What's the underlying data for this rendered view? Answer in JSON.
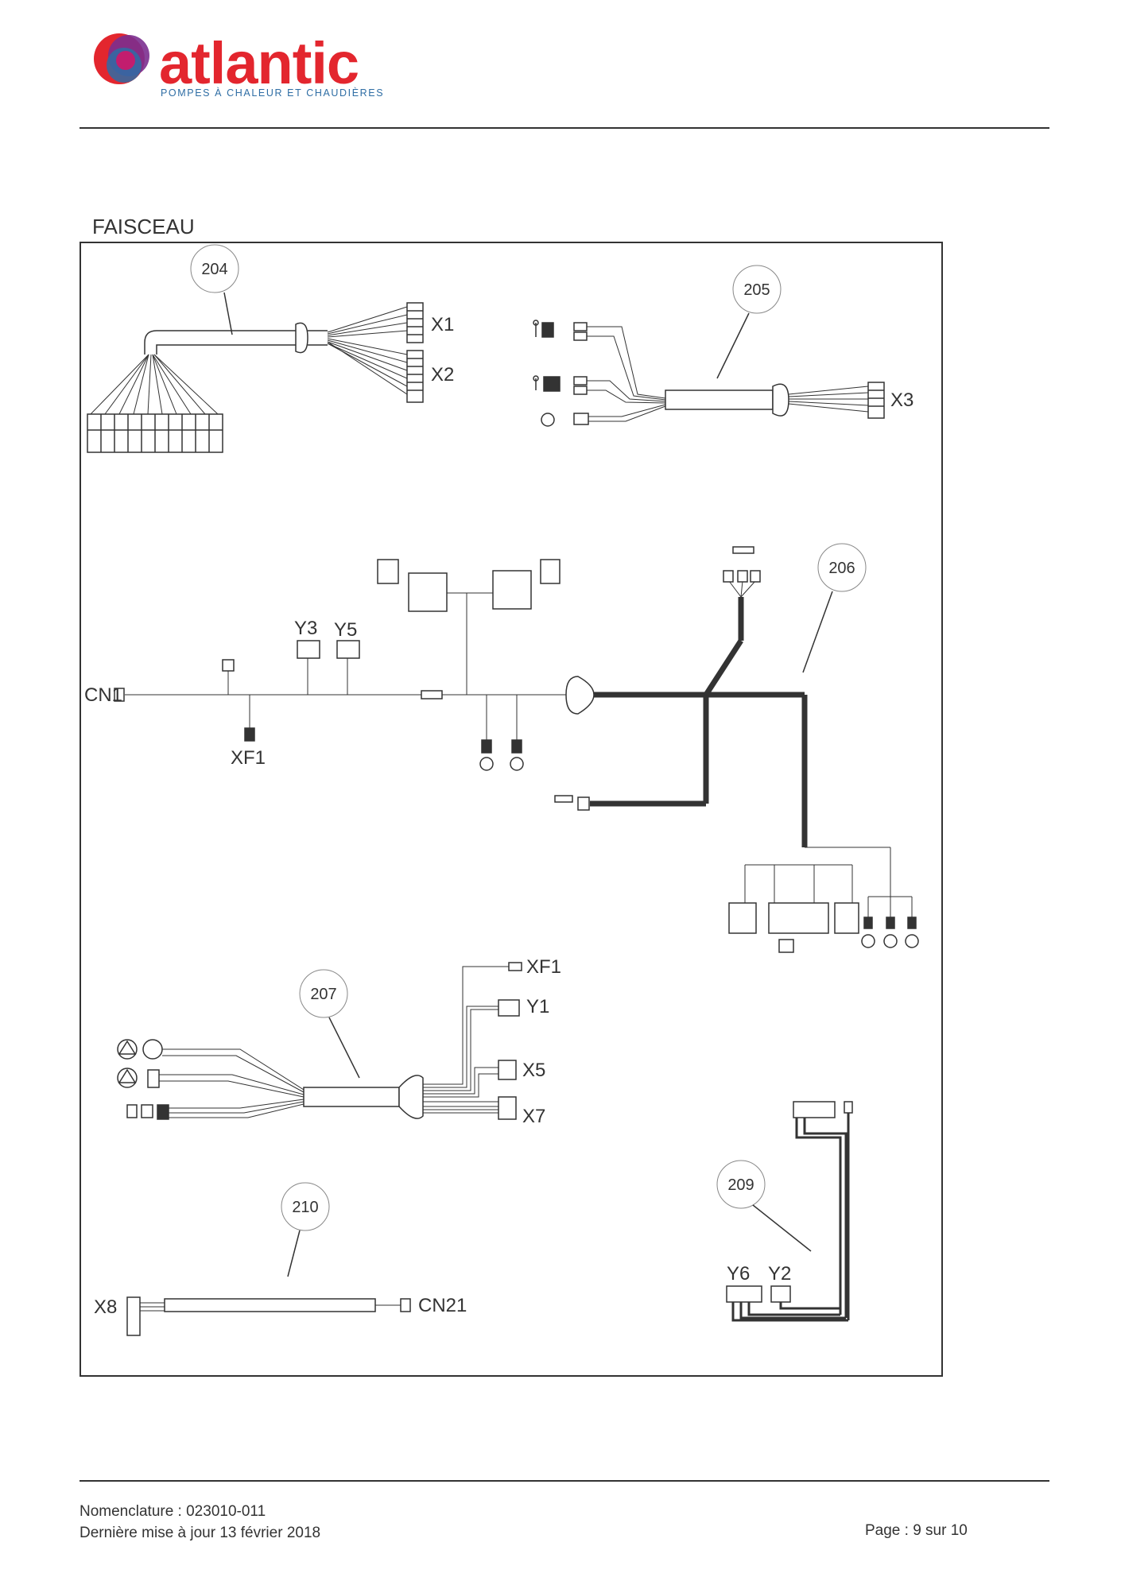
{
  "header": {
    "brand": "atlantic",
    "tagline": "POMPES À CHALEUR ET CHAUDIÈRES",
    "brand_color": "#e3262e",
    "tagline_color": "#2e6da4"
  },
  "section_title": "FAISCEAU",
  "diagram": {
    "refs": {
      "r204": "204",
      "r205": "205",
      "r206": "206",
      "r207": "207",
      "r209": "209",
      "r210": "210"
    },
    "connectors": {
      "x1": "X1",
      "x2": "X2",
      "x3": "X3",
      "cn1": "CN1",
      "xf1_a": "XF1",
      "y3": "Y3",
      "y5": "Y5",
      "xf1_b": "XF1",
      "y1": "Y1",
      "x5": "X5",
      "x7": "X7",
      "y6": "Y6",
      "y2": "Y2",
      "x8": "X8",
      "cn21": "CN21"
    }
  },
  "footer": {
    "nomenclature": "Nomenclature : 023010-011",
    "updated": "Dernière mise à jour 13 février 2018",
    "page": "Page : 9 sur 10"
  }
}
